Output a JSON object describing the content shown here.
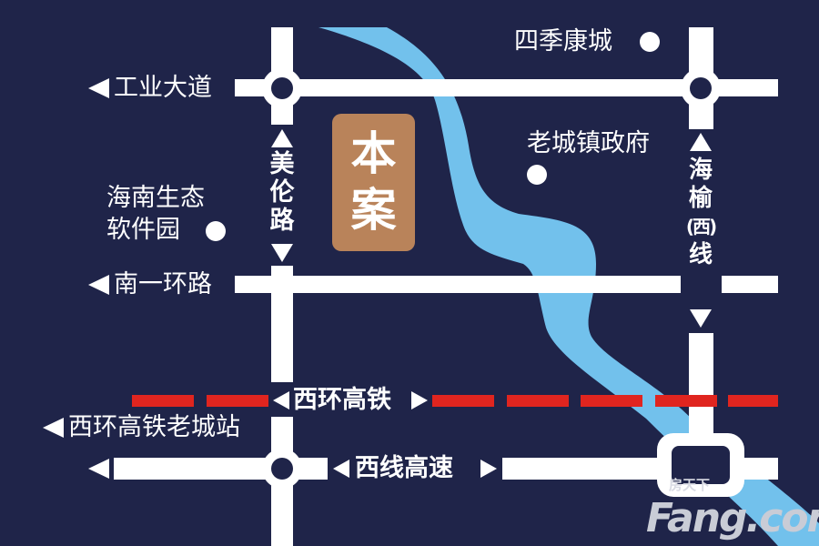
{
  "colors": {
    "background": "#1f2449",
    "road": "#ffffff",
    "river": "#72c1ec",
    "rail": "#e0251f",
    "project": "#b9835a"
  },
  "project": {
    "label_line1": "本",
    "label_line2": "案"
  },
  "roads": {
    "gongye": "工业大道",
    "nanyihuan": "南一环路",
    "meilun": [
      "美",
      "伦",
      "路"
    ],
    "haiyu": [
      "海",
      "榆",
      "(西)",
      "线"
    ],
    "xixian": "西线高速"
  },
  "rail": {
    "name": "西环高铁",
    "station": "西环高铁老城站"
  },
  "pois": {
    "sijikang": "四季康城",
    "zhengfu": "老城镇政府",
    "software_line1": "海南生态",
    "software_line2": "软件园"
  },
  "watermark": {
    "cn": "房天下",
    "en": "Fang.com"
  }
}
